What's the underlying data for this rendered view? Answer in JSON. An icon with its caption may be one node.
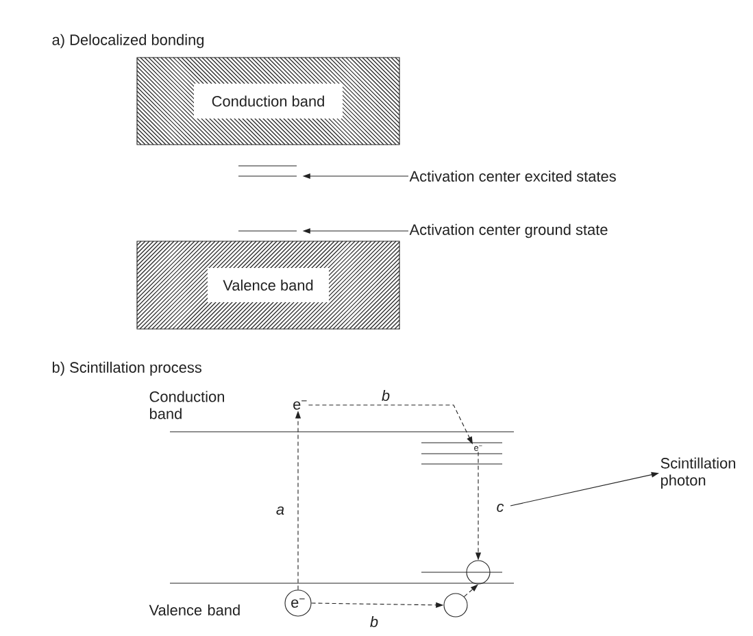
{
  "diagram": {
    "nodes": [
      {
        "text": [
          "Conduction band"
        ]
      },
      {
        "text": [
          "Valence band"
        ]
      },
      {
        "text": [
          "Activation center excited states"
        ]
      },
      {
        "text": [],
        "shape": "line"
      },
      {
        "text": [
          "Activation center ground state"
        ]
      },
      {
        "text": [],
        "shape": "line"
      },
      {
        "text": [
          "e$^{−}$"
        ]
      },
      {
        "text": [
          "e$^{−}$"
        ]
      },
      {
        "text": [
          "e$^{−}$"
        ]
      },
      {
        "text": [],
        "shape": "circle"
      },
      {
        "text": [],
        "shape": "circle"
      },
      {
        "text": [
          "Scintillation photon"
        ]
      }
    ],
    "edges": [
      {
        "from": 2,
        "to": 3,
        "arrow": "to"
      },
      {
        "from": 4,
        "to": 5,
        "arrow": "to"
      },
      {
        "from": 8,
        "to": 6,
        "arrow": "to",
        "style": "dashed",
        "label": "*a*"
      },
      {
        "from": 6,
        "to": 7,
        "arrow": "to",
        "style": "dashed",
        "label": "*b*"
      },
      {
        "from": 7,
        "to": 10,
        "arrow": "to",
        "style": "dashed",
        "label": "*c*"
      },
      {
        "from": 8,
        "to": 9,
        "arrow": "to",
        "style": "dashed",
        "label": "*b*"
      },
      {
        "from": 9,
        "to": 10,
        "arrow": "to",
        "style": "dashed"
      },
      {
        "from": null,
        "to": 11,
        "arrow": "to"
      }
    ],
    "labels": [
      "a) Delocalized bonding",
      "b) Scintillation process",
      "Conduction band",
      "Valence band"
    ]
  }
}
